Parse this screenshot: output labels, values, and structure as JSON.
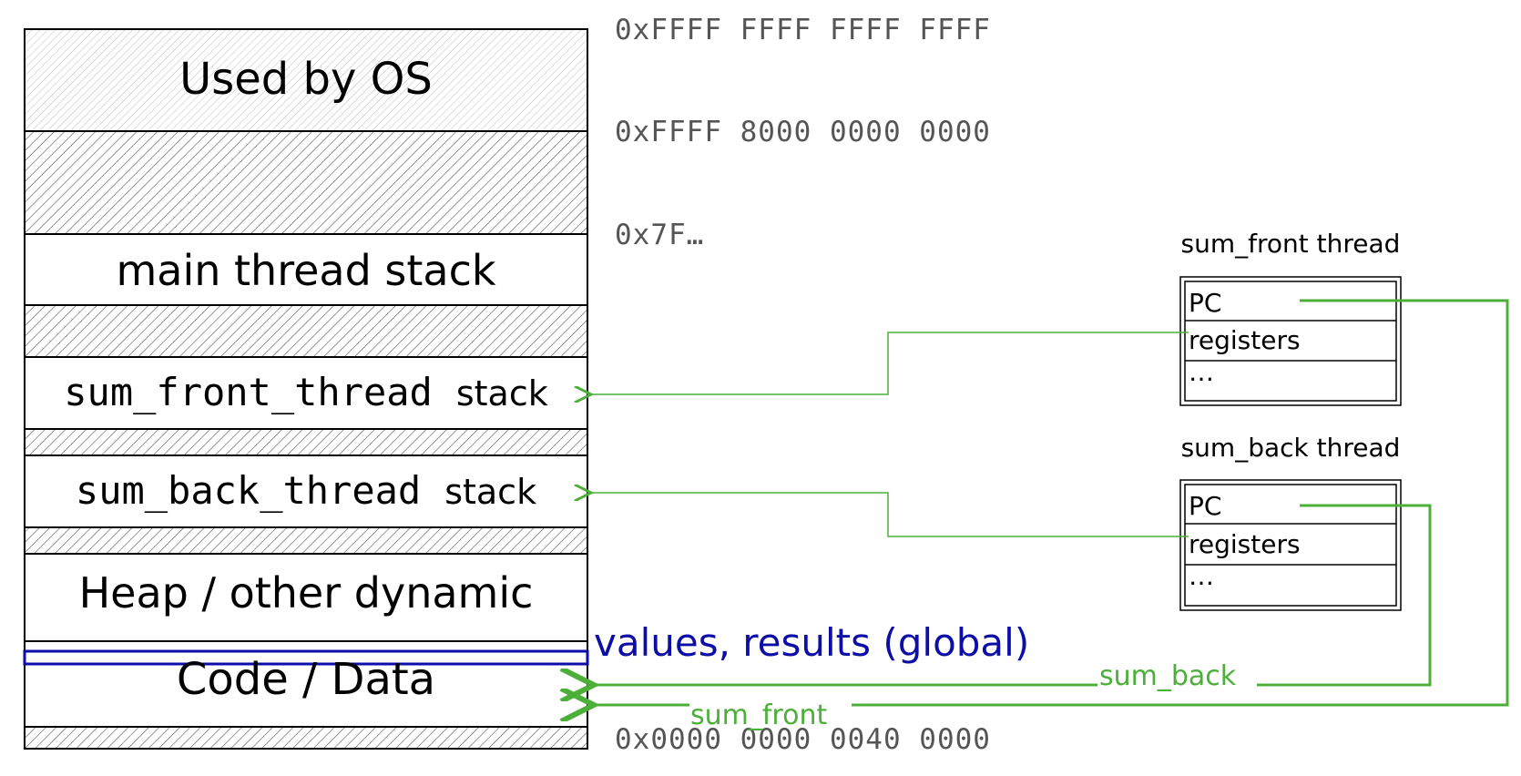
{
  "memory": {
    "used_by_os": "Used by OS",
    "main_stack": "main thread stack",
    "front_stack_code": "sum_front_thread",
    "front_stack_word": "stack",
    "back_stack_code": "sum_back_thread",
    "back_stack_word": "stack",
    "heap": "Heap / other dynamic",
    "code_data": "Code / Data"
  },
  "addresses": {
    "top": "0xFFFF FFFF FFFF FFFF",
    "kernel_start": "0xFFFF 8000 0000 0000",
    "stack_top": "0x7F…",
    "code_start": "0x0000 0000 0040 0000"
  },
  "threads": {
    "front": {
      "title": "sum_front thread",
      "pc": "PC",
      "registers": "registers",
      "more": "…"
    },
    "back": {
      "title": "sum_back thread",
      "pc": "PC",
      "registers": "registers",
      "more": "…"
    }
  },
  "labels": {
    "globals": "values, results (global)",
    "sum_back": "sum_back",
    "sum_front": "sum_front"
  },
  "colors": {
    "arrow": "#4caf3a",
    "highlight": "#0d0da8"
  }
}
